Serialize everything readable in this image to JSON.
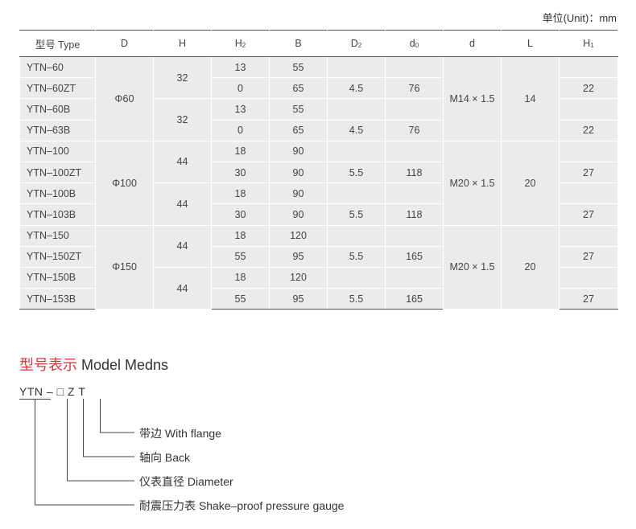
{
  "unit_label": "单位(Unit)：mm",
  "table": {
    "headers": {
      "model": "型号 Type",
      "D": "D",
      "H": "H",
      "H2_main": "H",
      "H2_sub": "2",
      "B": "B",
      "D2_main": "D",
      "D2_sub": "2",
      "d0_main": "d",
      "d0_sub": "0",
      "d": "d",
      "L": "L",
      "H1_main": "H",
      "H1_sub": "1"
    },
    "groups": [
      {
        "D": "Φ60",
        "d": "M14 × 1.5",
        "L": "14",
        "H_pairs": [
          "32",
          "32"
        ],
        "rows": [
          {
            "model": "YTN–60",
            "H2": "13",
            "B": "55",
            "D2": "",
            "d0": "",
            "H1": ""
          },
          {
            "model": "YTN–60ZT",
            "H2": "0",
            "B": "65",
            "D2": "4.5",
            "d0": "76",
            "H1": "22"
          },
          {
            "model": "YTN–60B",
            "H2": "13",
            "B": "55",
            "D2": "",
            "d0": "",
            "H1": ""
          },
          {
            "model": "YTN–63B",
            "H2": "0",
            "B": "65",
            "D2": "4.5",
            "d0": "76",
            "H1": "22"
          }
        ]
      },
      {
        "D": "Φ100",
        "d": "M20 × 1.5",
        "L": "20",
        "H_pairs": [
          "44",
          "44"
        ],
        "rows": [
          {
            "model": "YTN–100",
            "H2": "18",
            "B": "90",
            "D2": "",
            "d0": "",
            "H1": ""
          },
          {
            "model": "YTN–100ZT",
            "H2": "30",
            "B": "90",
            "D2": "5.5",
            "d0": "118",
            "H1": "27"
          },
          {
            "model": "YTN–100B",
            "H2": "18",
            "B": "90",
            "D2": "",
            "d0": "",
            "H1": ""
          },
          {
            "model": "YTN–103B",
            "H2": "30",
            "B": "90",
            "D2": "5.5",
            "d0": "118",
            "H1": "27"
          }
        ]
      },
      {
        "D": "Φ150",
        "d": "M20 × 1.5",
        "L": "20",
        "H_pairs": [
          "44",
          "44"
        ],
        "rows": [
          {
            "model": "YTN–150",
            "H2": "18",
            "B": "120",
            "D2": "",
            "d0": "",
            "H1": ""
          },
          {
            "model": "YTN–150ZT",
            "H2": "55",
            "B": "95",
            "D2": "5.5",
            "d0": "165",
            "H1": "27"
          },
          {
            "model": "YTN–150B",
            "H2": "18",
            "B": "120",
            "D2": "",
            "d0": "",
            "H1": ""
          },
          {
            "model": "YTN–153B",
            "H2": "55",
            "B": "95",
            "D2": "5.5",
            "d0": "165",
            "H1": "27"
          }
        ]
      }
    ]
  },
  "model_section": {
    "title_cn": "型号表示",
    "title_en": " Model Medns",
    "code": {
      "prefix": "YTN",
      "dash": "–",
      "box": "□",
      "z": "Z",
      "t": "T"
    },
    "legend": [
      "带边 With flange",
      "轴向 Back",
      "仪表直径 Diameter",
      "耐震压力表 Shake–proof pressure gauge"
    ]
  }
}
